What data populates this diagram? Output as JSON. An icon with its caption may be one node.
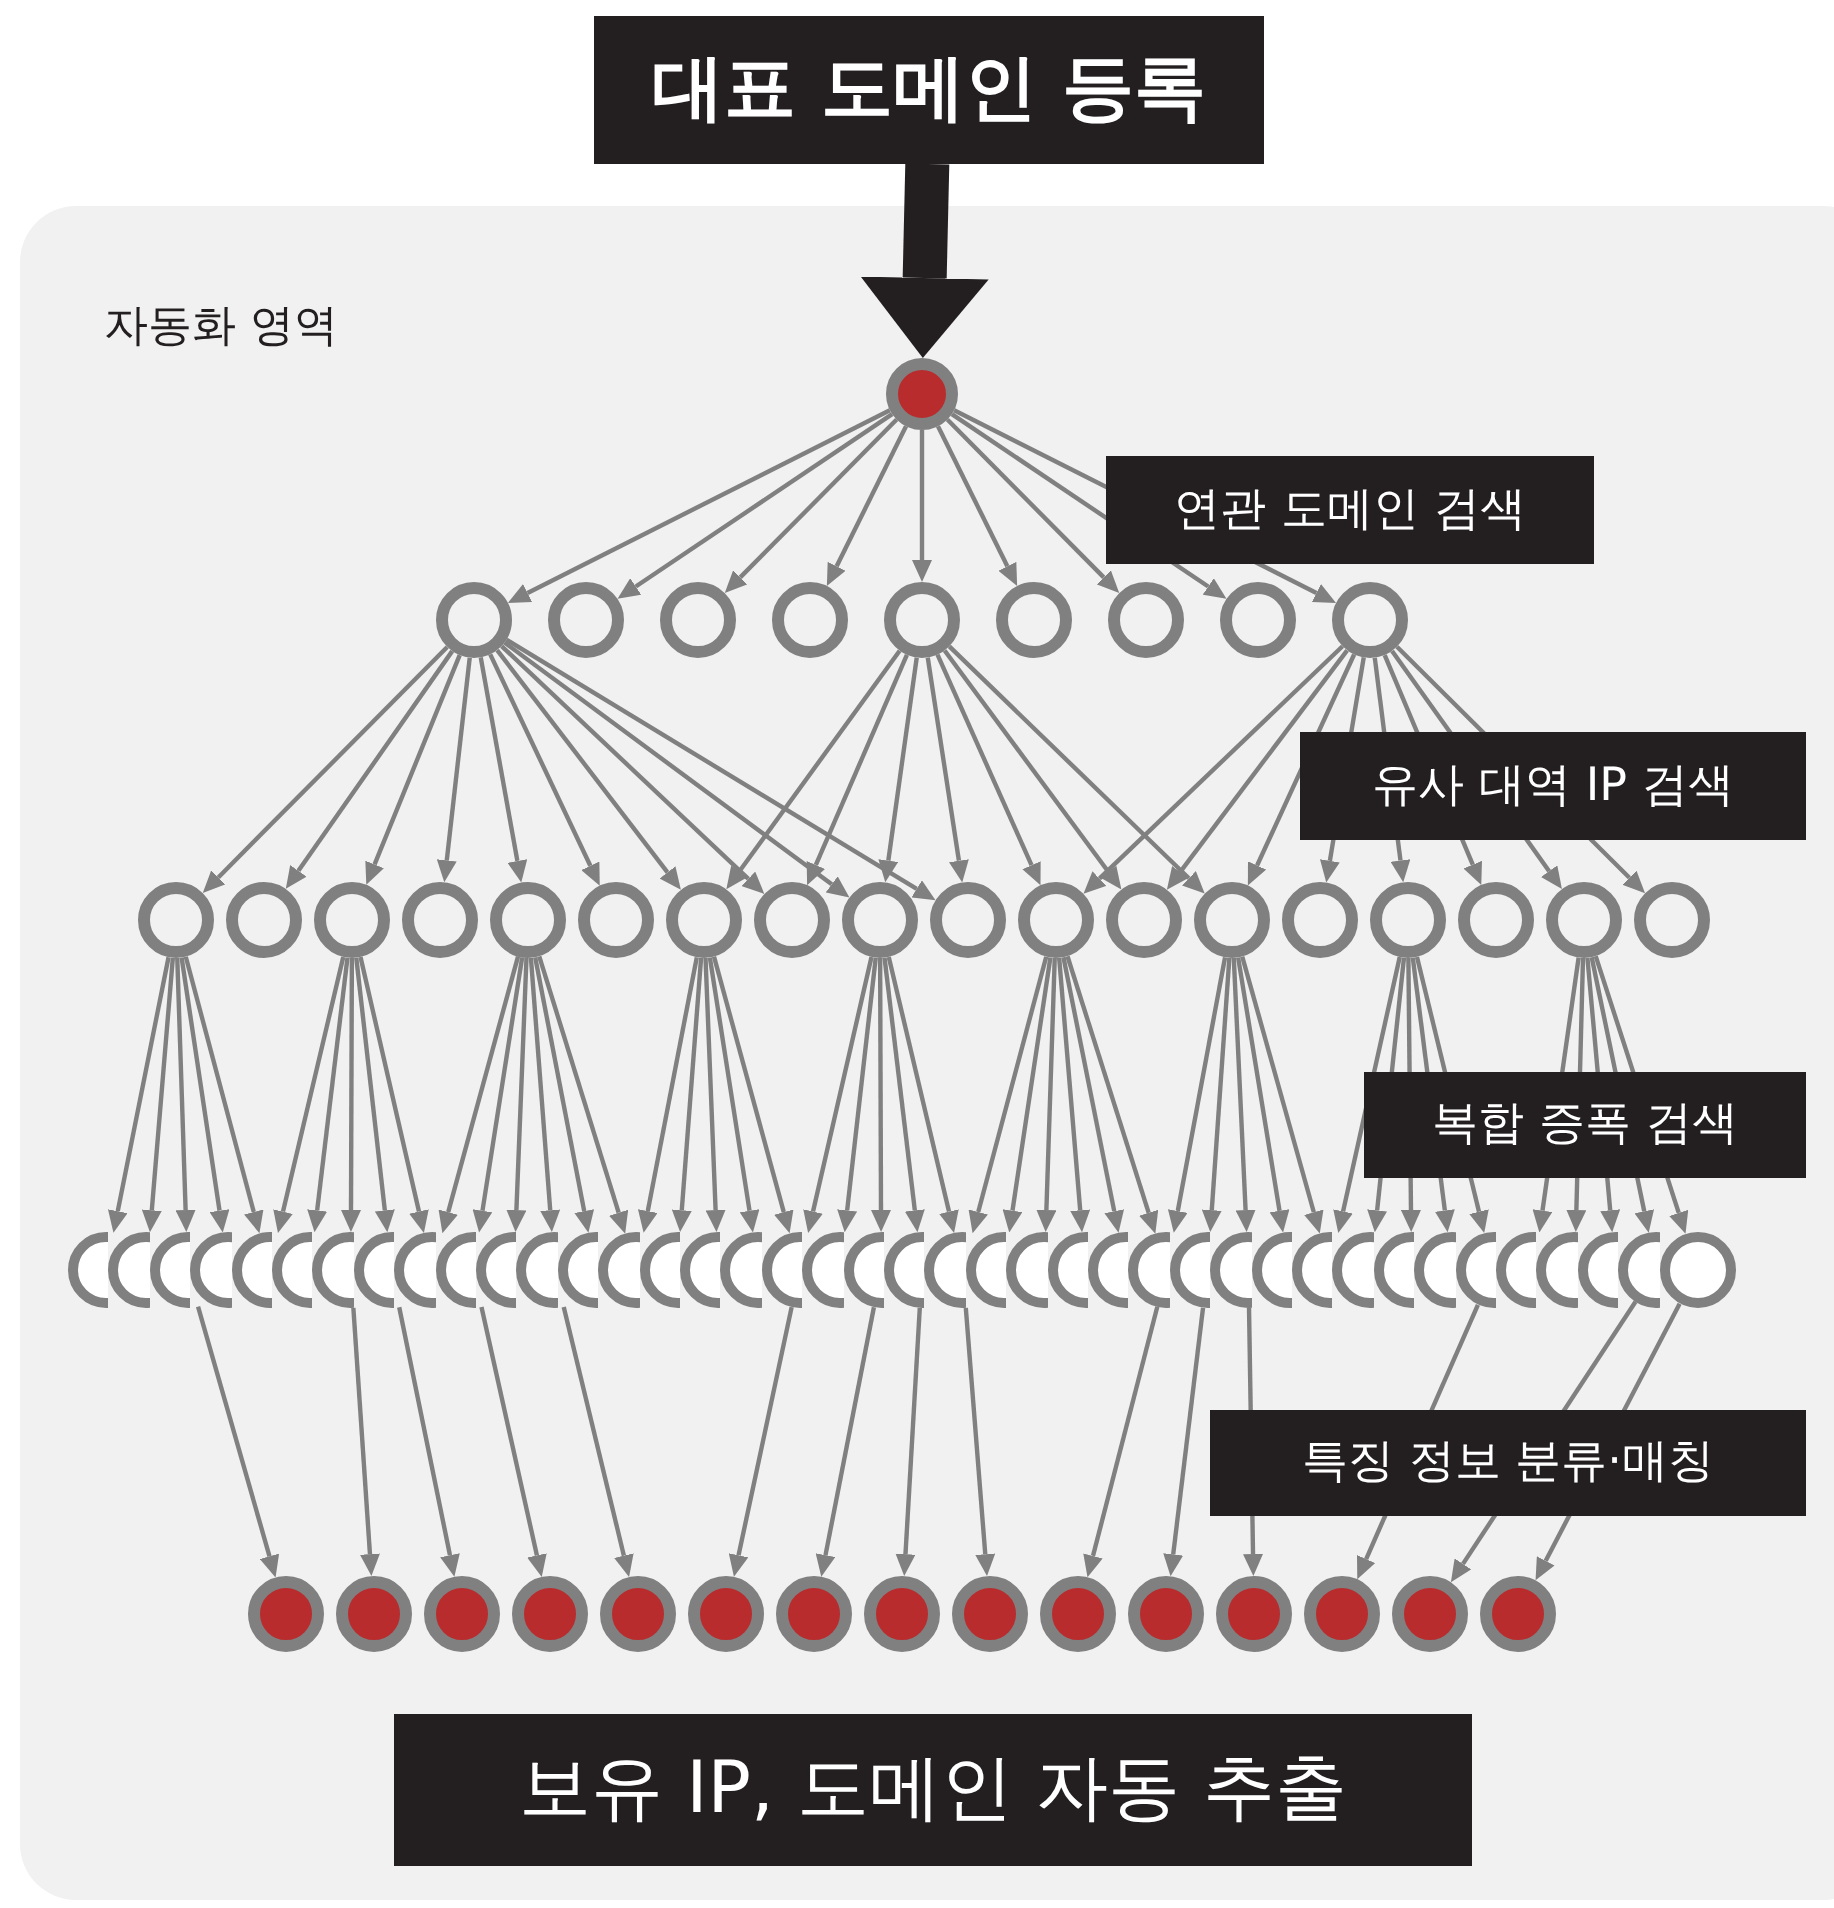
{
  "diagram": {
    "nodes": [
      {
        "text": [
          "대표 도메인 등록"
        ]
      },
      {
        "text": [
          "자동화 영역"
        ]
      },
      {
        "text": [],
        "shape": "circle",
        "in": 1
      },
      {
        "text": [],
        "shape": "circle",
        "in": 1
      },
      {
        "text": [],
        "shape": "circle",
        "in": 1
      },
      {
        "text": [],
        "shape": "circle",
        "in": 1
      },
      {
        "text": [],
        "shape": "circle",
        "in": 1
      },
      {
        "text": [],
        "shape": "circle",
        "in": 1
      },
      {
        "text": [],
        "shape": "circle",
        "in": 1
      },
      {
        "text": [],
        "shape": "circle",
        "in": 1
      },
      {
        "text": [],
        "shape": "circle",
        "in": 1
      },
      {
        "text": [],
        "shape": "circle",
        "in": 1
      },
      {
        "text": [],
        "shape": "circle",
        "in": 1
      },
      {
        "text": [],
        "shape": "circle",
        "in": 1
      },
      {
        "text": [],
        "shape": "circle",
        "in": 1
      },
      {
        "text": [],
        "shape": "circle",
        "in": 1
      },
      {
        "text": [],
        "shape": "circle",
        "in": 1
      },
      {
        "text": [],
        "shape": "circle",
        "in": 1
      },
      {
        "text": [],
        "shape": "circle",
        "in": 1
      },
      {
        "text": [],
        "shape": "circle",
        "in": 1
      },
      {
        "text": [],
        "shape": "circle",
        "in": 1
      },
      {
        "text": [],
        "shape": "circle",
        "in": 1
      },
      {
        "text": [],
        "shape": "circle",
        "in": 1
      },
      {
        "text": [],
        "shape": "circle",
        "in": 1
      },
      {
        "text": [],
        "shape": "circle",
        "in": 1
      },
      {
        "text": [],
        "shape": "circle",
        "in": 1
      },
      {
        "text": [],
        "shape": "circle",
        "in": 1
      },
      {
        "text": [],
        "shape": "circle",
        "in": 1
      },
      {
        "text": [],
        "shape": "circle",
        "in": 1
      },
      {
        "text": [],
        "shape": "circle",
        "in": 1
      },
      {
        "text": [],
        "shape": "circle",
        "in": 1
      },
      {
        "text": [],
        "shape": "circle",
        "in": 1
      },
      {
        "text": [],
        "shape": "circle",
        "in": 1
      },
      {
        "text": [],
        "shape": "circle",
        "in": 1
      },
      {
        "text": [],
        "shape": "circle",
        "in": 1
      },
      {
        "text": [],
        "shape": "circle",
        "in": 1
      },
      {
        "text": [],
        "shape": "circle",
        "in": 1
      },
      {
        "text": [],
        "shape": "circle",
        "in": 1
      },
      {
        "text": [],
        "shape": "circle",
        "in": 1
      },
      {
        "text": [],
        "shape": "circle",
        "in": 1
      },
      {
        "text": [],
        "shape": "circle",
        "in": 1
      },
      {
        "text": [],
        "shape": "circle",
        "in": 1
      },
      {
        "text": [],
        "shape": "circle",
        "in": 1
      },
      {
        "text": [],
        "shape": "circle",
        "in": 1
      },
      {
        "text": [],
        "shape": "circle",
        "in": 1
      },
      {
        "text": [],
        "shape": "circle",
        "in": 1
      },
      {
        "text": [],
        "shape": "circle",
        "in": 1
      },
      {
        "text": [],
        "shape": "circle",
        "in": 1
      },
      {
        "text": [],
        "shape": "circle",
        "in": 1
      },
      {
        "text": [],
        "shape": "circle",
        "in": 1
      },
      {
        "text": [],
        "shape": "circle",
        "in": 1
      },
      {
        "text": [],
        "shape": "circle",
        "in": 1
      },
      {
        "text": [],
        "shape": "circle",
        "in": 1
      },
      {
        "text": [],
        "shape": "circle",
        "in": 1
      },
      {
        "text": [],
        "shape": "circle",
        "in": 1
      },
      {
        "text": [],
        "shape": "circle",
        "in": 1
      },
      {
        "text": [],
        "shape": "circle",
        "in": 1
      },
      {
        "text": [],
        "shape": "circle",
        "in": 1
      },
      {
        "text": [],
        "shape": "circle",
        "in": 1
      },
      {
        "text": [],
        "shape": "circle",
        "in": 1
      },
      {
        "text": [],
        "shape": "circle",
        "in": 1
      },
      {
        "text": [],
        "shape": "circle",
        "in": 1
      },
      {
        "text": [],
        "shape": "circle",
        "in": 1
      },
      {
        "text": [],
        "shape": "circle",
        "in": 1
      },
      {
        "text": [],
        "shape": "circle",
        "in": 1
      },
      {
        "text": [],
        "shape": "circle",
        "in": 1
      },
      {
        "text": [],
        "shape": "circle",
        "in": 1
      },
      {
        "text": [],
        "shape": "circle",
        "in": 1
      },
      {
        "text": [],
        "shape": "circle",
        "in": 1
      },
      {
        "text": [],
        "shape": "circle",
        "in": 1
      },
      {
        "text": [],
        "shape": "circle",
        "in": 1
      },
      {
        "text": [],
        "shape": "circle",
        "in": 1
      },
      {
        "text": [],
        "shape": "circle",
        "in": 1
      },
      {
        "text": [],
        "shape": "circle",
        "in": 1
      },
      {
        "text": [],
        "shape": "circle",
        "in": 1
      },
      {
        "text": [],
        "shape": "circle",
        "in": 1
      },
      {
        "text": [],
        "shape": "circle",
        "in": 1
      },
      {
        "text": [],
        "shape": "circle",
        "in": 1
      },
      {
        "text": [],
        "shape": "circle",
        "in": 1
      },
      {
        "text": [],
        "shape": "circle",
        "in": 1
      },
      {
        "text": [],
        "shape": "circle",
        "in": 1
      },
      {
        "text": [],
        "shape": "circle",
        "in": 1
      },
      {
        "text": [],
        "shape": "circle",
        "in": 1
      },
      {
        "text": [],
        "shape": "circle",
        "in": 1
      },
      {
        "text": [],
        "shape": "circle",
        "in": 1
      },
      {
        "text": [
          "보유 IP, 도메인 자동 추출"
        ],
        "in": 1
      }
    ],
    "labels": [
      "연관 도메인 검색",
      "유사 대역 IP 검색",
      "복합 증폭 검색",
      "특징 정보 분류·매칭"
    ],
    "edges": [
      {
        "from": 0,
        "to": 2,
        "arrow": "to",
        "style": "thick",
        "color": "#231f20"
      },
      {
        "from": 2,
        "to": 3,
        "arrow": "to"
      },
      {
        "from": 2,
        "to": 4,
        "arrow": "to"
      },
      {
        "from": 2,
        "to": 5,
        "arrow": "to"
      },
      {
        "from": 2,
        "to": 6,
        "arrow": "to"
      },
      {
        "from": 2,
        "to": 7,
        "arrow": "to"
      },
      {
        "from": 2,
        "to": 8,
        "arrow": "to"
      },
      {
        "from": 2,
        "to": 9,
        "arrow": "to"
      },
      {
        "from": 2,
        "to": 10,
        "arrow": "to"
      },
      {
        "from": 2,
        "to": 11,
        "arrow": "to"
      },
      {
        "from": 3,
        "to": 12,
        "arrow": "to"
      },
      {
        "from": 3,
        "to": 13,
        "arrow": "to"
      },
      {
        "from": 3,
        "to": 14,
        "arrow": "to"
      },
      {
        "from": 3,
        "to": 15,
        "arrow": "to"
      },
      {
        "from": 3,
        "to": 16,
        "arrow": "to"
      },
      {
        "from": 3,
        "to": 17,
        "arrow": "to"
      },
      {
        "from": 3,
        "to": 18,
        "arrow": "to"
      },
      {
        "from": 3,
        "to": 19,
        "arrow": "to"
      },
      {
        "from": 3,
        "to": 20,
        "arrow": "to"
      },
      {
        "from": 3,
        "to": 21,
        "arrow": "to"
      },
      {
        "from": 7,
        "to": 18,
        "arrow": "to"
      },
      {
        "from": 7,
        "to": 19,
        "arrow": "to"
      },
      {
        "from": 7,
        "to": 20,
        "arrow": "to"
      },
      {
        "from": 7,
        "to": 21,
        "arrow": "to"
      },
      {
        "from": 7,
        "to": 22,
        "arrow": "to"
      },
      {
        "from": 7,
        "to": 23,
        "arrow": "to"
      },
      {
        "from": 7,
        "to": 24,
        "arrow": "to"
      },
      {
        "from": 11,
        "to": 22,
        "arrow": "to"
      },
      {
        "from": 11,
        "to": 23,
        "arrow": "to"
      },
      {
        "from": 11,
        "to": 24,
        "arrow": "to"
      },
      {
        "from": 11,
        "to": 25,
        "arrow": "to"
      },
      {
        "from": 11,
        "to": 26,
        "arrow": "to"
      },
      {
        "from": 11,
        "to": 27,
        "arrow": "to"
      },
      {
        "from": 11,
        "to": 28,
        "arrow": "to"
      },
      {
        "from": 11,
        "to": 29,
        "arrow": "to"
      },
      {
        "from": 12,
        "to": 30,
        "arrow": "to"
      },
      {
        "from": 12,
        "to": 31,
        "arrow": "to"
      },
      {
        "from": 12,
        "to": 32,
        "arrow": "to"
      },
      {
        "from": 12,
        "to": 33,
        "arrow": "to"
      },
      {
        "from": 12,
        "to": 34,
        "arrow": "to"
      },
      {
        "from": 14,
        "to": 34,
        "arrow": "to"
      },
      {
        "from": 14,
        "to": 35,
        "arrow": "to"
      },
      {
        "from": 14,
        "to": 36,
        "arrow": "to"
      },
      {
        "from": 14,
        "to": 37,
        "arrow": "to"
      },
      {
        "from": 14,
        "to": 38,
        "arrow": "to"
      },
      {
        "from": 16,
        "to": 38,
        "arrow": "to"
      },
      {
        "from": 16,
        "to": 39,
        "arrow": "to"
      },
      {
        "from": 16,
        "to": 40,
        "arrow": "to"
      },
      {
        "from": 16,
        "to": 41,
        "arrow": "to"
      },
      {
        "from": 16,
        "to": 42,
        "arrow": "to"
      },
      {
        "from": 16,
        "to": 43,
        "arrow": "to"
      },
      {
        "from": 18,
        "to": 43,
        "arrow": "to"
      },
      {
        "from": 18,
        "to": 44,
        "arrow": "to"
      },
      {
        "from": 18,
        "to": 45,
        "arrow": "to"
      },
      {
        "from": 18,
        "to": 46,
        "arrow": "to"
      },
      {
        "from": 18,
        "to": 47,
        "arrow": "to"
      },
      {
        "from": 20,
        "to": 47,
        "arrow": "to"
      },
      {
        "from": 20,
        "to": 48,
        "arrow": "to"
      },
      {
        "from": 20,
        "to": 49,
        "arrow": "to"
      },
      {
        "from": 20,
        "to": 50,
        "arrow": "to"
      },
      {
        "from": 20,
        "to": 51,
        "arrow": "to"
      },
      {
        "from": 22,
        "to": 51,
        "arrow": "to"
      },
      {
        "from": 22,
        "to": 52,
        "arrow": "to"
      },
      {
        "from": 22,
        "to": 53,
        "arrow": "to"
      },
      {
        "from": 22,
        "to": 54,
        "arrow": "to"
      },
      {
        "from": 22,
        "to": 55,
        "arrow": "to"
      },
      {
        "from": 22,
        "to": 56,
        "arrow": "to"
      },
      {
        "from": 24,
        "to": 56,
        "arrow": "to"
      },
      {
        "from": 24,
        "to": 57,
        "arrow": "to"
      },
      {
        "from": 24,
        "to": 58,
        "arrow": "to"
      },
      {
        "from": 24,
        "to": 59,
        "arrow": "to"
      },
      {
        "from": 24,
        "to": 60,
        "arrow": "to"
      },
      {
        "from": 26,
        "to": 60,
        "arrow": "to"
      },
      {
        "from": 26,
        "to": 61,
        "arrow": "to"
      },
      {
        "from": 26,
        "to": 62,
        "arrow": "to"
      },
      {
        "from": 26,
        "to": 63,
        "arrow": "to"
      },
      {
        "from": 26,
        "to": 64,
        "arrow": "to"
      },
      {
        "from": 28,
        "to": 65,
        "arrow": "to"
      },
      {
        "from": 28,
        "to": 66,
        "arrow": "to"
      },
      {
        "from": 28,
        "to": 67,
        "arrow": "to"
      },
      {
        "from": 28,
        "to": 68,
        "arrow": "to"
      },
      {
        "from": 28,
        "to": 69,
        "arrow": "to"
      },
      {
        "from": 32,
        "to": 70,
        "arrow": "to"
      },
      {
        "from": 36,
        "to": 71,
        "arrow": "to"
      },
      {
        "from": 37,
        "to": 72,
        "arrow": "to"
      },
      {
        "from": 39,
        "to": 73,
        "arrow": "to"
      },
      {
        "from": 41,
        "to": 74,
        "arrow": "to"
      },
      {
        "from": 47,
        "to": 75,
        "arrow": "to"
      },
      {
        "from": 49,
        "to": 76,
        "arrow": "to"
      },
      {
        "from": 50,
        "to": 77,
        "arrow": "to"
      },
      {
        "from": 51,
        "to": 78,
        "arrow": "to"
      },
      {
        "from": 56,
        "to": 79,
        "arrow": "to"
      },
      {
        "from": 57,
        "to": 80,
        "arrow": "to"
      },
      {
        "from": 58,
        "to": 81,
        "arrow": "to"
      },
      {
        "from": 64,
        "to": 82,
        "arrow": "to"
      },
      {
        "from": 68,
        "to": 83,
        "arrow": "to"
      },
      {
        "from": 69,
        "to": 84,
        "arrow": "to"
      }
    ]
  }
}
